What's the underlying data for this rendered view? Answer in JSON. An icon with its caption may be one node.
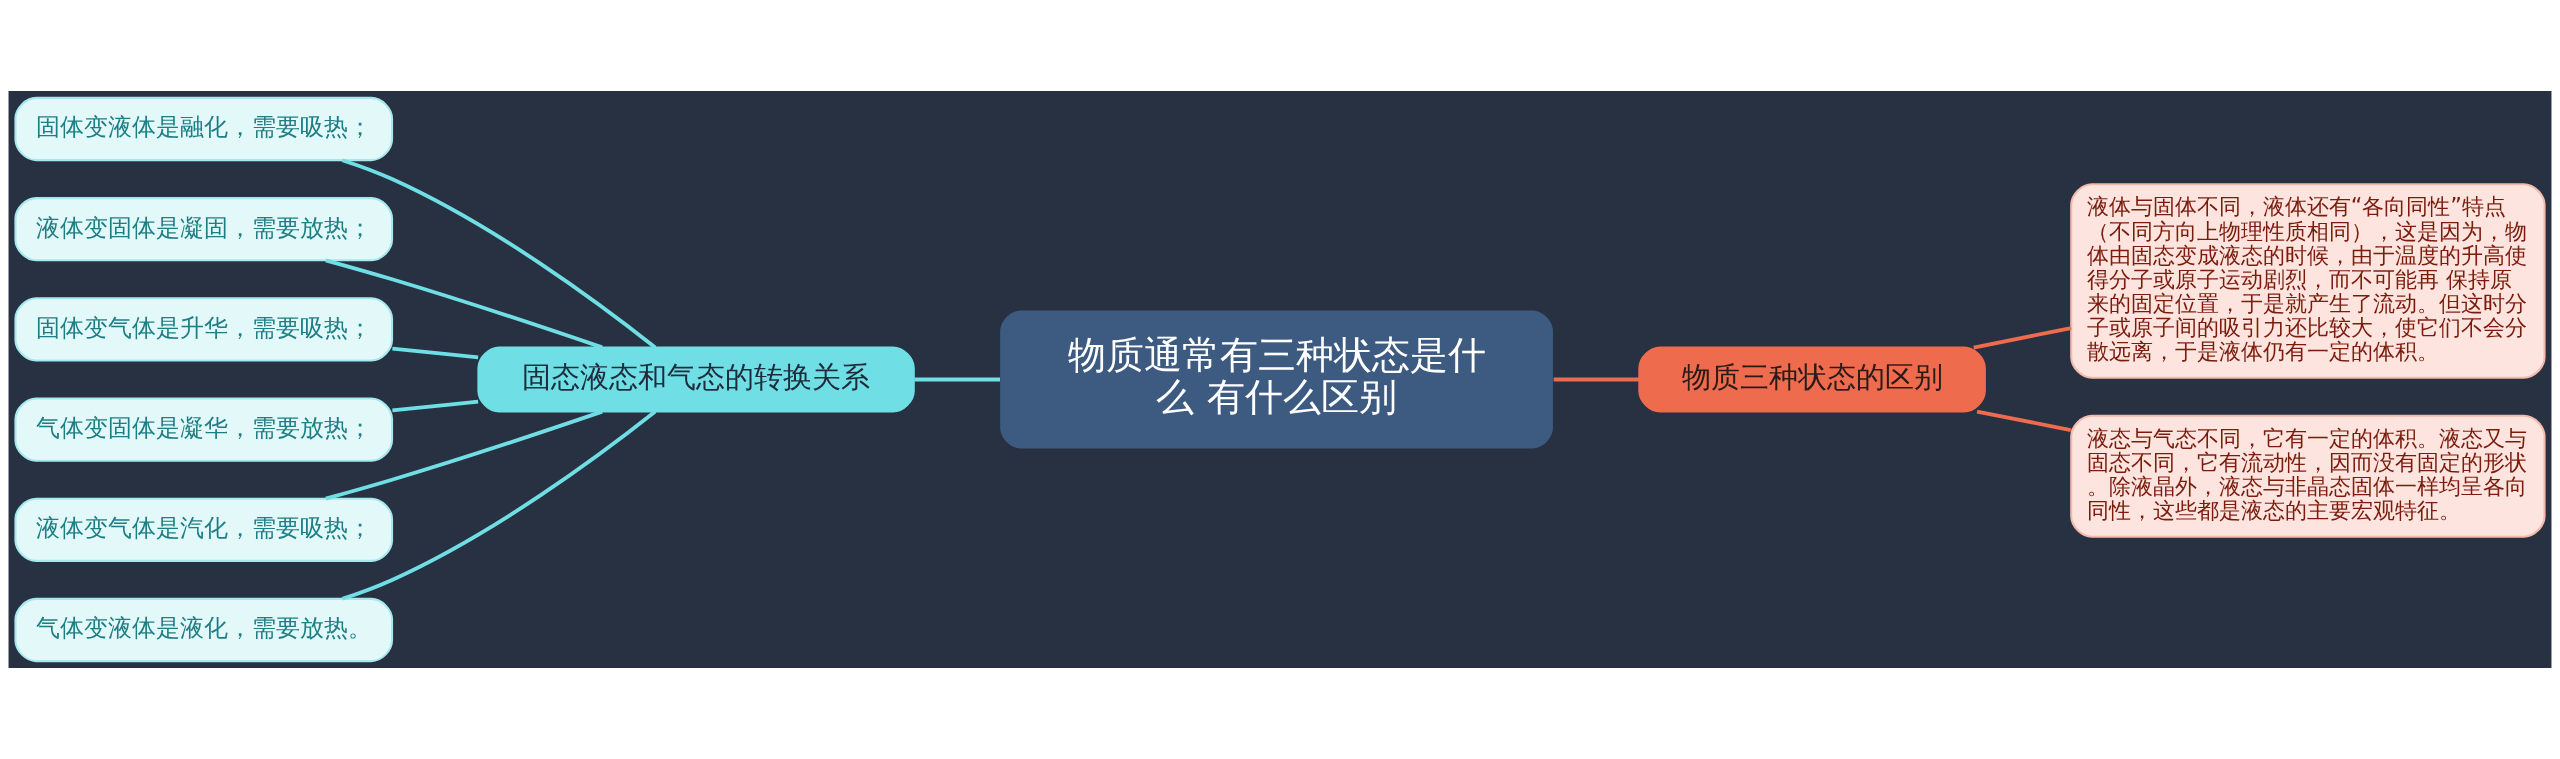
{
  "diagram": {
    "nodes": [
      {
        "text": [
          "物质通常有三种状态是什么 有什么区别"
        ]
      },
      {
        "text": [
          "固态液态和气态的转换关系"
        ]
      },
      {
        "text": [
          "固体变液体是融化，需要吸热；"
        ]
      },
      {
        "text": [
          "液体变固体是凝固，需要放热；"
        ]
      },
      {
        "text": [
          "固体变气体是升华，需要吸热；"
        ]
      },
      {
        "text": [
          "气体变固体是凝华，需要放热；"
        ]
      },
      {
        "text": [
          "液体变气体是汽化，需要吸热；"
        ]
      },
      {
        "text": [
          "气体变液体是液化，需要放热。"
        ]
      },
      {
        "text": [
          "物质三种状态的区别"
        ]
      },
      {
        "text": [
          "液体与固体不同，液体还有“各向同性”特点（不同方向上物理性质相同），这是因为，物体由固态变成液态的时候，由于温度的升高使得分子或原子运动剧烈，而不可能再 保持原来的固定位置，于是就产生了流动。但这时分子或原子间的吸引力还比较大，使它们不会分散远离，于是液体仍有一定的体积。"
        ]
      },
      {
        "text": [
          "液态与气态不同，它有一定的体积。液态又与固态不同，它有流动性，因而没有固定的形状。除液晶外，液态与非晶态固体一样均呈各向同性，这些都是液态的主要宏观特征。"
        ]
      }
    ],
    "edges": [
      {
        "from": 1,
        "to": 0,
        "arrow": "none"
      },
      {
        "from": 2,
        "to": 1,
        "arrow": "none"
      },
      {
        "from": 3,
        "to": 1,
        "arrow": "none"
      },
      {
        "from": 4,
        "to": 1,
        "arrow": "none"
      },
      {
        "from": 5,
        "to": 1,
        "arrow": "none"
      },
      {
        "from": 6,
        "to": 1,
        "arrow": "none"
      },
      {
        "from": 7,
        "to": 1,
        "arrow": "none"
      },
      {
        "from": 0,
        "to": 8,
        "arrow": "none",
        "color": "#ee6c4d"
      },
      {
        "from": 8,
        "to": 9,
        "arrow": "none",
        "color": "#ee6c4d"
      },
      {
        "from": 8,
        "to": 10,
        "arrow": "none",
        "color": "#ee6c4d"
      }
    ]
  }
}
